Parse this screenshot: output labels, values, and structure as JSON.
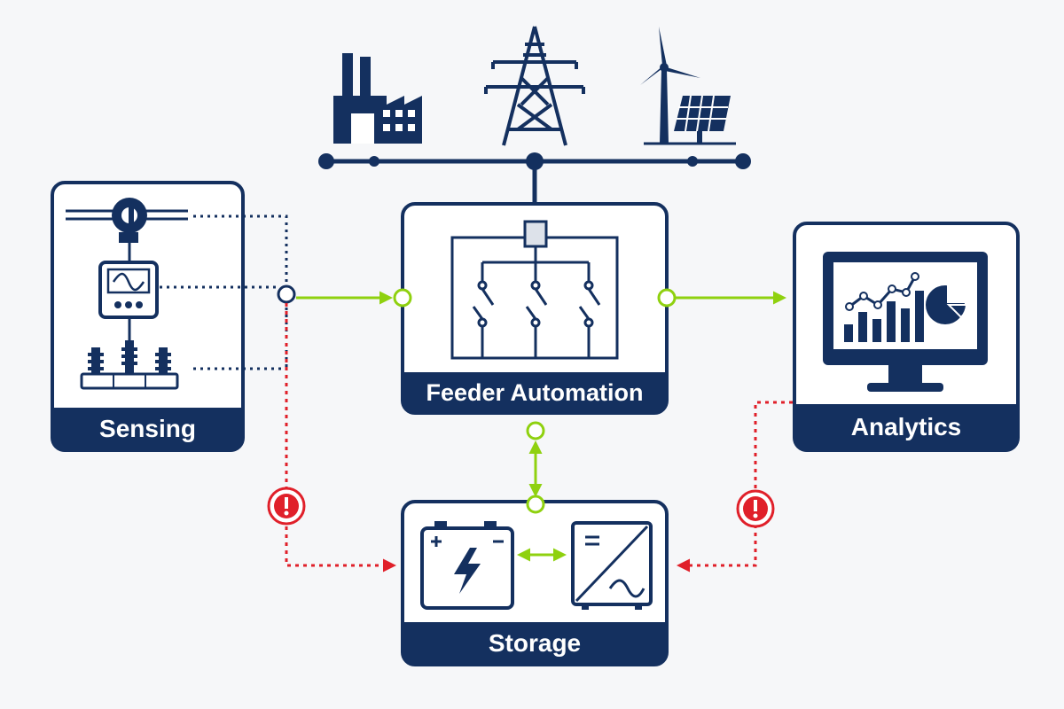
{
  "colors": {
    "navy": "#14305f",
    "green": "#8fd10f",
    "red": "#e0202a",
    "panel_fill": "#ffffff",
    "background": "#f6f7f9"
  },
  "sources": {
    "icons": [
      "factory-icon",
      "transmission-tower-icon",
      "wind-turbine-icon",
      "solar-panel-icon"
    ]
  },
  "nodes": {
    "sensing": {
      "label": "Sensing",
      "icons": [
        "current-sensor-icon",
        "power-meter-icon",
        "transformer-bushings-icon"
      ]
    },
    "feeder": {
      "label": "Feeder Automation",
      "icons": [
        "switchgear-icon"
      ]
    },
    "analytics": {
      "label": "Analytics",
      "icons": [
        "monitor-chart-icon"
      ]
    },
    "storage": {
      "label": "Storage",
      "icons": [
        "battery-icon",
        "inverter-icon"
      ]
    }
  },
  "connections": [
    {
      "from": "sensing",
      "to": "feeder",
      "style": "solid",
      "color": "green",
      "direction": "forward"
    },
    {
      "from": "feeder",
      "to": "analytics",
      "style": "solid",
      "color": "green",
      "direction": "forward"
    },
    {
      "from": "feeder",
      "to": "storage",
      "style": "solid",
      "color": "green",
      "direction": "both"
    },
    {
      "from": "battery",
      "to": "inverter",
      "style": "solid",
      "color": "green",
      "direction": "both"
    },
    {
      "from": "sensing",
      "to": "storage",
      "style": "dotted",
      "color": "red",
      "direction": "forward",
      "marker": "alert-icon"
    },
    {
      "from": "analytics",
      "to": "storage",
      "style": "dotted",
      "color": "red",
      "direction": "forward",
      "marker": "alert-icon"
    }
  ]
}
